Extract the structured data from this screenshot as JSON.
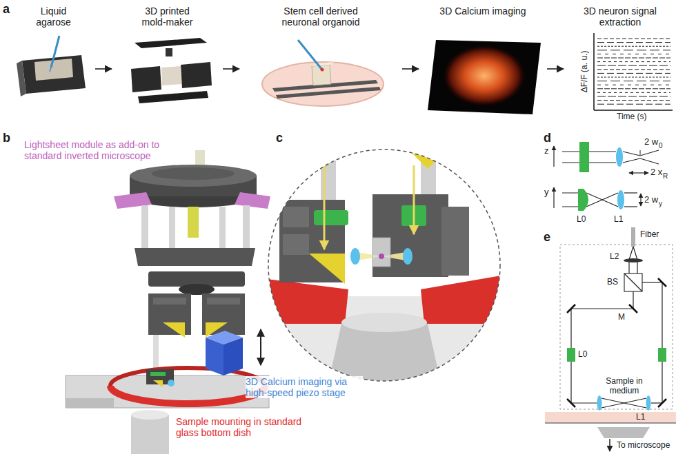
{
  "diagram": {
    "nodes": [
      {
        "text": [
          "Liquid agarose"
        ]
      },
      {
        "text": [
          "3D printed mold-maker"
        ]
      },
      {
        "text": [
          "Stem cell derived neuronal organoid"
        ]
      },
      {
        "text": [
          "3D Calcium imaging"
        ]
      },
      {
        "text": [
          "3D neuron signal extraction"
        ]
      }
    ],
    "edges": [
      {
        "from": 0,
        "to": 1,
        "arrow": "to"
      },
      {
        "from": 1,
        "to": 2,
        "arrow": "to"
      },
      {
        "from": 2,
        "to": 3,
        "arrow": "to"
      },
      {
        "from": 3,
        "to": 4,
        "arrow": "to"
      }
    ],
    "labels": [
      "a",
      "ΔF/F (a. u.)",
      "Time (s)",
      "b",
      "Lightsheet module as add-on to standard inverted microscope",
      "3D Calcium imaging via high-speed piezo stage",
      "Sample mounting in standard glass bottom dish",
      "c",
      "d",
      "z",
      "2 w",
      "0",
      "2 x",
      "R",
      "y",
      "2 w",
      "y",
      "L0",
      "L1",
      "e",
      "Fiber",
      "L2",
      "BS",
      "M",
      "L0",
      "Sample in medium",
      "L1",
      "To microscope"
    ]
  }
}
